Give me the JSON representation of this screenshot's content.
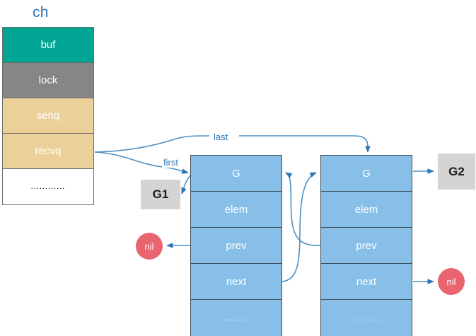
{
  "diagram": {
    "title_label": "ch",
    "colors": {
      "accent_blue": "#2e75b6",
      "node_blue": "#87bfe8",
      "buf_teal": "#00a594",
      "lock_gray": "#868686",
      "queue_tan": "#ecd09a",
      "nil_red": "#e8646f",
      "goroutine_gray": "#d4d4d4",
      "edge_stroke": "#4a8fc4"
    }
  },
  "channel_struct": {
    "name": "ch",
    "fields": [
      {
        "label": "buf",
        "color_key": "buf_teal"
      },
      {
        "label": "lock",
        "color_key": "lock_gray"
      },
      {
        "label": "senq",
        "color_key": "queue_tan"
      },
      {
        "label": "recvq",
        "color_key": "queue_tan"
      },
      {
        "label": "............",
        "color_key": "white"
      }
    ]
  },
  "nodes": {
    "left": {
      "id": "sudog-1",
      "rows": [
        {
          "label": "G"
        },
        {
          "label": "elem"
        },
        {
          "label": "prev"
        },
        {
          "label": "next"
        },
        {
          "label": "........."
        }
      ]
    },
    "right": {
      "id": "sudog-2",
      "rows": [
        {
          "label": "G"
        },
        {
          "label": "elem"
        },
        {
          "label": "prev"
        },
        {
          "label": "next"
        },
        {
          "label": "........."
        }
      ]
    }
  },
  "goroutines": [
    {
      "id": "g1",
      "label": "G1"
    },
    {
      "id": "g2",
      "label": "G2"
    }
  ],
  "nil_terminals": [
    {
      "id": "nil-left",
      "label": "nil"
    },
    {
      "id": "nil-right",
      "label": "nil"
    }
  ],
  "edges": [
    {
      "id": "recvq-first",
      "label": "first",
      "from": "ch.recvq",
      "to": "sudog-1.G"
    },
    {
      "id": "recvq-last",
      "label": "last",
      "from": "ch.recvq",
      "to": "sudog-2.G"
    },
    {
      "id": "sudog1-g",
      "label": "",
      "from": "sudog-1.G",
      "to": "g1"
    },
    {
      "id": "sudog2-g",
      "label": "",
      "from": "sudog-2.G",
      "to": "g2"
    },
    {
      "id": "sudog1-prev",
      "label": "",
      "from": "sudog-1.prev",
      "to": "nil-left"
    },
    {
      "id": "sudog2-next",
      "label": "",
      "from": "sudog-2.next",
      "to": "nil-right"
    },
    {
      "id": "sudog1-next",
      "label": "",
      "from": "sudog-1.next",
      "to": "sudog-2.G"
    },
    {
      "id": "sudog2-prev",
      "label": "",
      "from": "sudog-2.prev",
      "to": "sudog-1.G"
    }
  ]
}
